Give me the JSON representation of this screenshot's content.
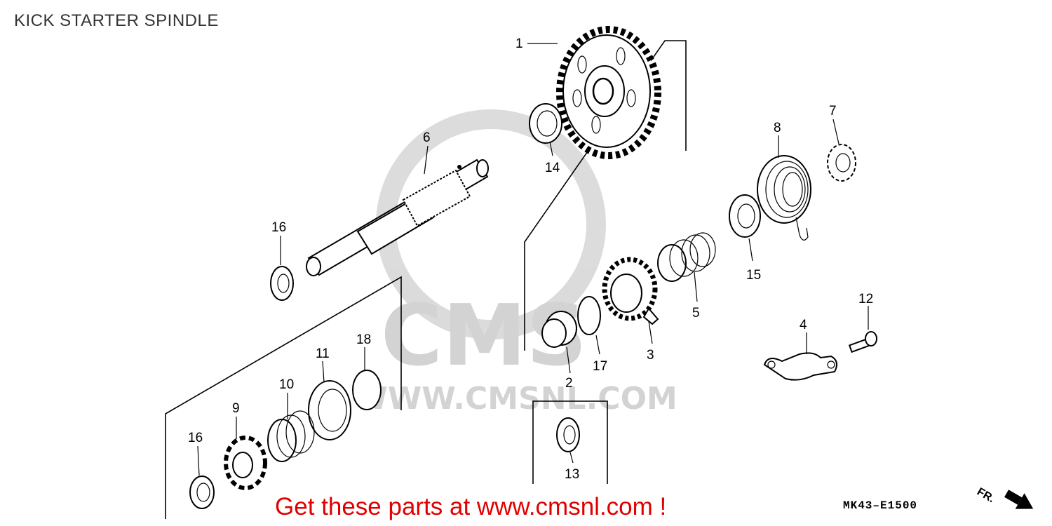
{
  "title": "KICK STARTER SPINDLE",
  "footer": {
    "cta": "Get these parts at www.cmsnl.com !",
    "diagram_code": "MK43–E1500",
    "direction_label": "FR."
  },
  "watermark": {
    "text": "WWW.CMSNL.COM",
    "letters": "CMS"
  },
  "callouts": {
    "n1": "1",
    "n2": "2",
    "n3": "3",
    "n4": "4",
    "n5": "5",
    "n6": "6",
    "n7": "7",
    "n8": "8",
    "n9": "9",
    "n10": "10",
    "n11": "11",
    "n12": "12",
    "n13": "13",
    "n14": "14",
    "n15": "15",
    "n16a": "16",
    "n16b": "16",
    "n17": "17",
    "n18": "18"
  },
  "colors": {
    "cta": "#e00000",
    "watermark": "#cfcfcf",
    "ink": "#000000"
  }
}
